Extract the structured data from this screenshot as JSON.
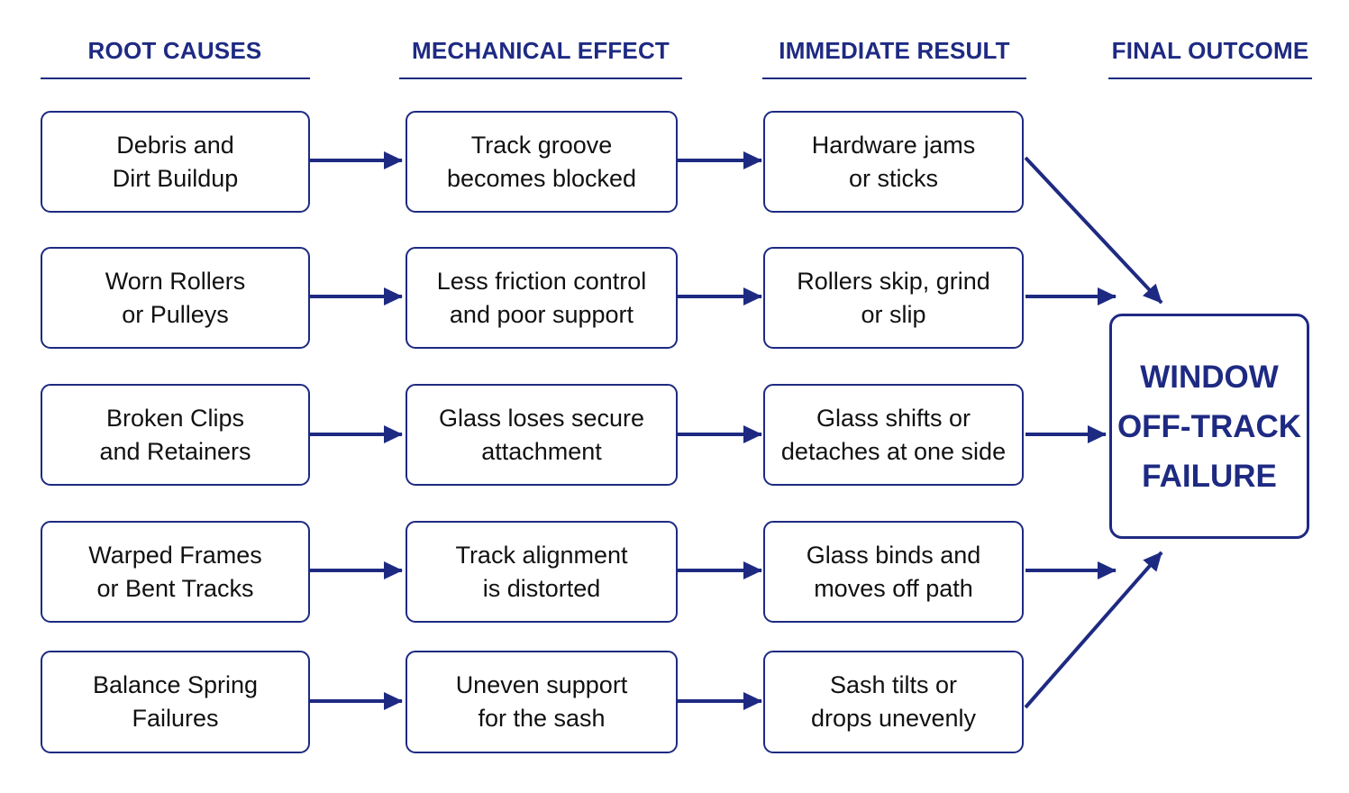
{
  "headers": {
    "root_causes": "ROOT CAUSES",
    "mechanical_effect": "MECHANICAL EFFECT",
    "immediate_result": "IMMEDIATE RESULT",
    "final_outcome": "FINAL OUTCOME"
  },
  "rows": [
    {
      "cause": "Debris and\nDirt Buildup",
      "effect": "Track groove\nbecomes blocked",
      "result": "Hardware jams\nor sticks"
    },
    {
      "cause": "Worn Rollers\nor Pulleys",
      "effect": "Less friction control\nand poor support",
      "result": "Rollers skip, grind\nor slip"
    },
    {
      "cause": "Broken Clips\nand Retainers",
      "effect": "Glass loses secure\nattachment",
      "result": "Glass shifts or\ndetaches at one side"
    },
    {
      "cause": "Warped Frames\nor Bent Tracks",
      "effect": "Track alignment\nis distorted",
      "result": "Glass binds and\nmoves off path"
    },
    {
      "cause": "Balance Spring\nFailures",
      "effect": "Uneven support\nfor the sash",
      "result": "Sash tilts or\ndrops unevenly"
    }
  ],
  "final_outcome_box": {
    "label": "WINDOW\nOFF-TRACK\nFAILURE"
  },
  "colors": {
    "accent": "#1e2a82",
    "text": "#111111",
    "background": "#ffffff"
  }
}
